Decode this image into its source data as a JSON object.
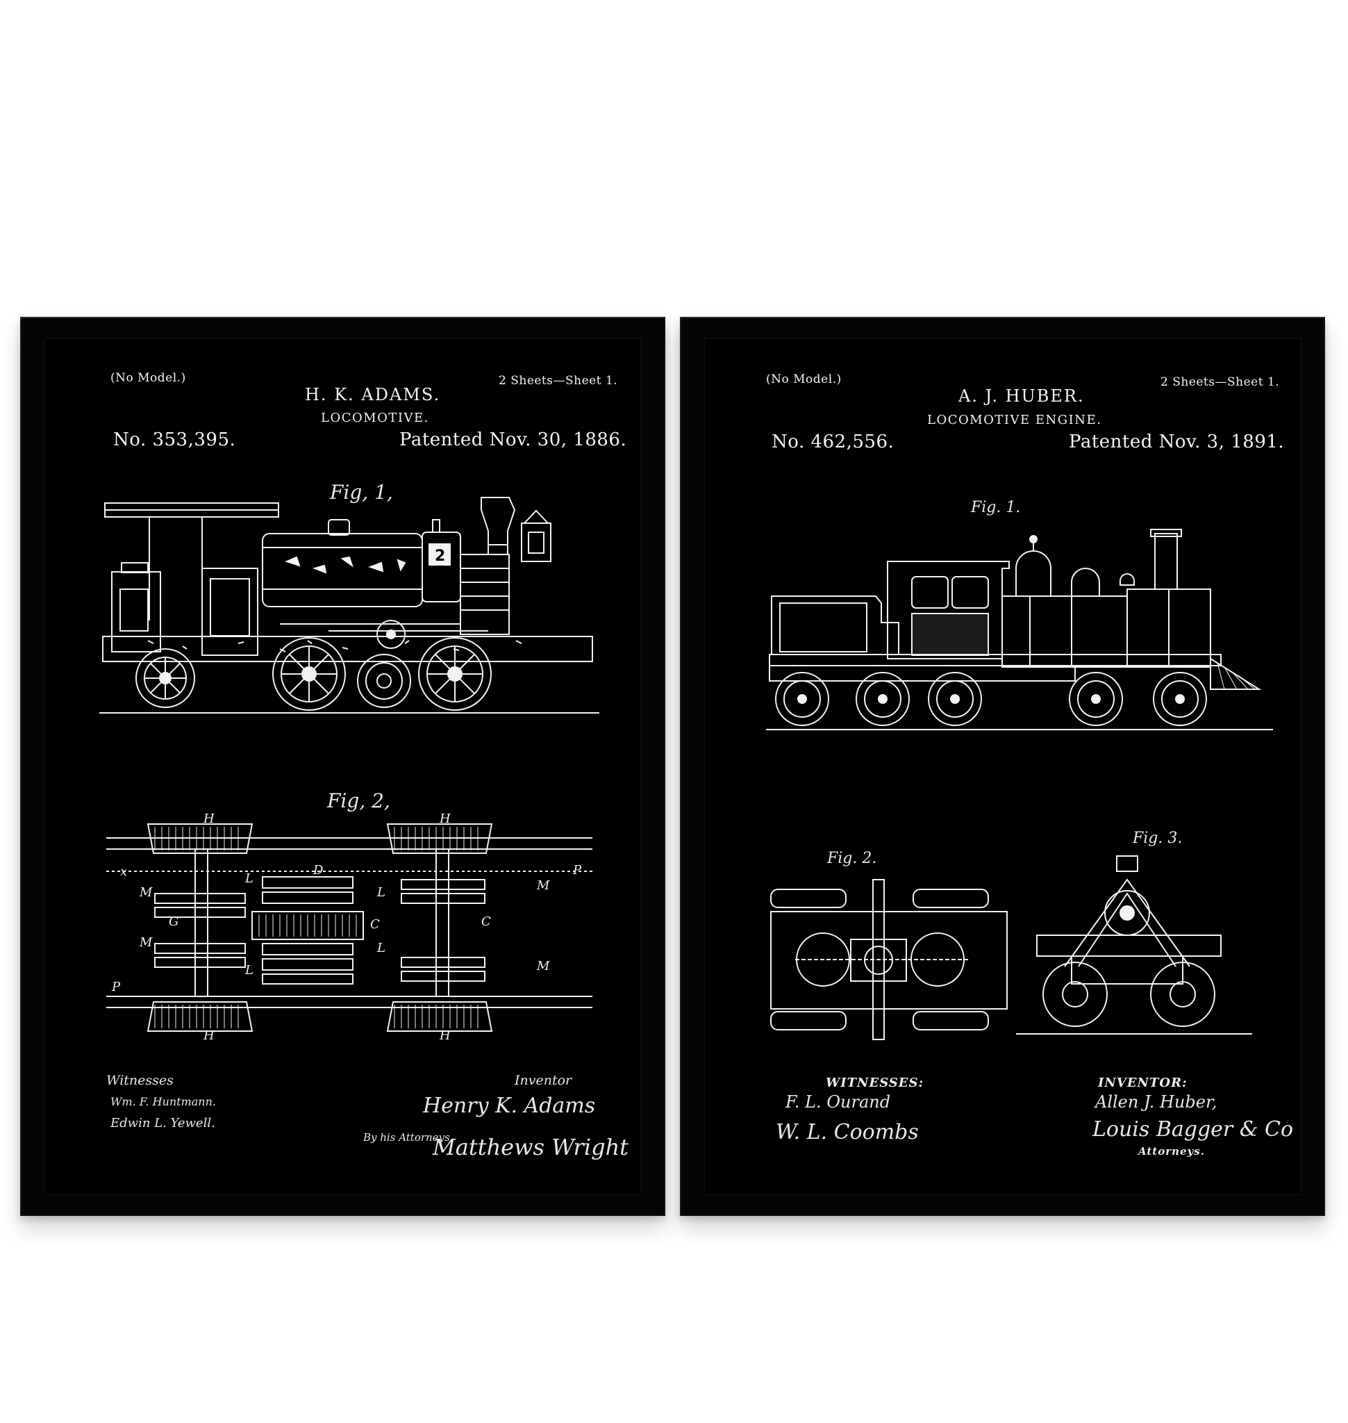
{
  "posters": [
    {
      "no_model": "(No Model.)",
      "sheets": "2 Sheets—Sheet 1.",
      "inventor": "H. K. ADAMS.",
      "title": "LOCOMOTIVE.",
      "patent_no": "No. 353,395.",
      "patented": "Patented Nov. 30, 1886.",
      "fig1_label": "Fig, 1,",
      "fig2_label": "Fig, 2,",
      "witnesses_label": "Witnesses",
      "witness_1": "Wm. F. Huntmann.",
      "witness_2": "Edwin L. Yewell.",
      "inventor_label": "Inventor",
      "inventor_signature": "Henry K. Adams",
      "attorneys_label": "By his Attorneys",
      "attorney_signature": "Matthews Wright"
    },
    {
      "no_model": "(No Model.)",
      "sheets": "2 Sheets—Sheet 1.",
      "inventor": "A. J. HUBER.",
      "title": "LOCOMOTIVE ENGINE.",
      "patent_no": "No. 462,556.",
      "patented": "Patented Nov. 3, 1891.",
      "fig1_label": "Fig. 1.",
      "fig2_label": "Fig. 2.",
      "fig3_label": "Fig. 3.",
      "witnesses_label": "WITNESSES:",
      "witness_1": "F. L. Ourand",
      "witness_2": "W. L. Coombs",
      "inventor_label": "INVENTOR:",
      "inventor_signature": "Allen J. Huber,",
      "attorney_signature": "Louis Bagger & Co",
      "attorneys_label": "Attorneys."
    }
  ],
  "colors": {
    "background": "#ffffff",
    "frame": "#050505",
    "poster": "#000000",
    "ink": "#f4f4f4"
  }
}
